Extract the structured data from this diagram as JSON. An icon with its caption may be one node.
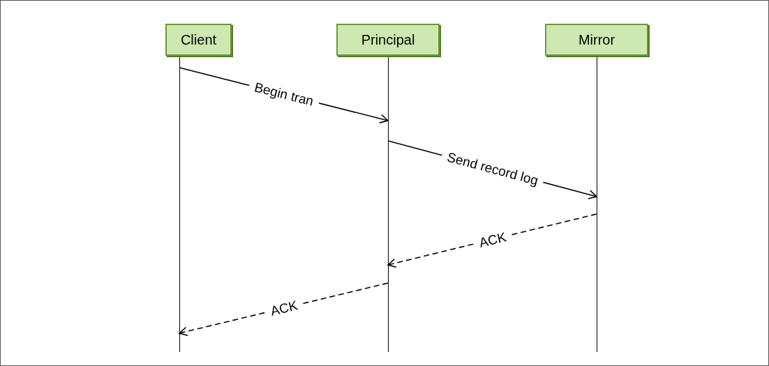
{
  "diagram": {
    "nodes": [
      {
        "text": [
          "Client"
        ]
      },
      {
        "text": [
          "Principal"
        ]
      },
      {
        "text": [
          "Mirror"
        ]
      }
    ],
    "edges": [
      {
        "from": 0,
        "to": 1,
        "arrow": "to",
        "label": "Begin tran"
      },
      {
        "from": 1,
        "to": 2,
        "arrow": "to",
        "label": "Send record log"
      },
      {
        "from": 2,
        "to": 1,
        "arrow": "to",
        "label": "ACK",
        "style": "dashed"
      },
      {
        "from": 1,
        "to": 0,
        "arrow": "to",
        "label": "ACK",
        "style": "dashed"
      }
    ]
  }
}
